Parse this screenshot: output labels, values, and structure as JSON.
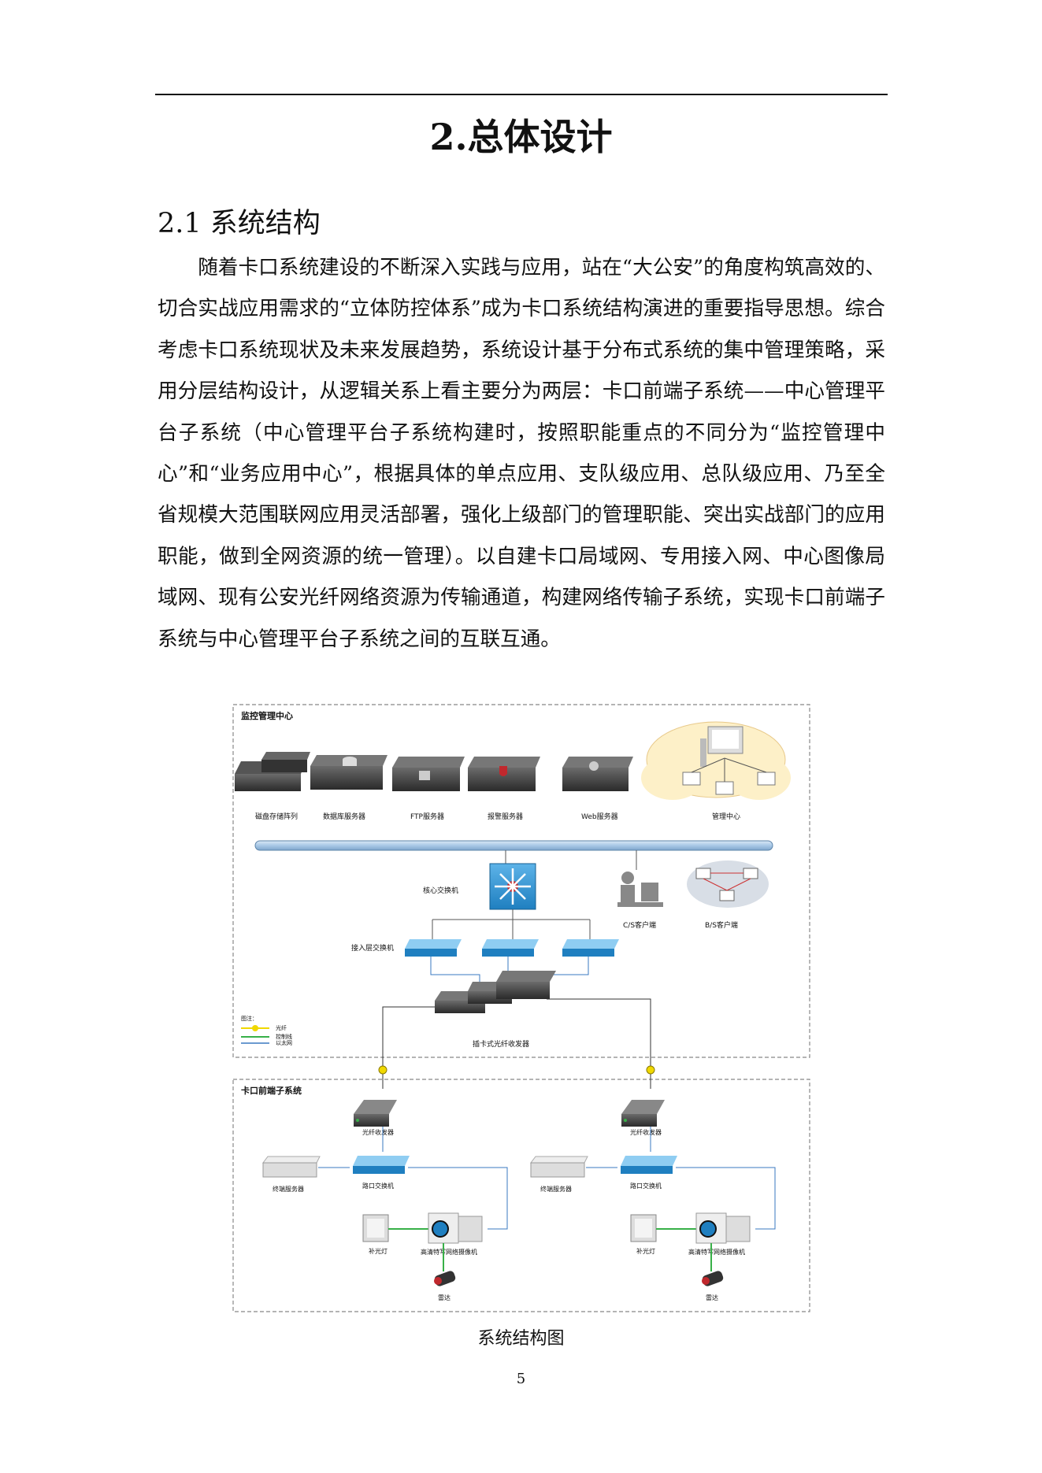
{
  "document": {
    "chapter_title": "2.总体设计",
    "section_title": "2.1 系统结构",
    "paragraph": "随着卡口系统建设的不断深入实践与应用，站在“大公安”的角度构筑高效的、切合实战应用需求的“立体防控体系”成为卡口系统结构演进的重要指导思想。综合考虑卡口系统现状及未来发展趋势，系统设计基于分布式系统的集中管理策略，采用分层结构设计，从逻辑关系上看主要分为两层：卡口前端子系统——中心管理平台子系统（中心管理平台子系统构建时，按照职能重点的不同分为“监控管理中心”和“业务应用中心”，根据具体的单点应用、支队级应用、总队级应用、乃至全省规模大范围联网应用灵活部署，强化上级部门的管理职能、突出实战部门的应用职能，做到全网资源的统一管理）。以自建卡口局域网、专用接入网、中心图像局域网、现有公安光纤网络资源为传输通道，构建网络传输子系统，实现卡口前端子系统与中心管理平台子系统之间的互联互通。",
    "figure_caption": "系统结构图",
    "page_number": "5"
  },
  "diagram": {
    "monitor_center": {
      "title": "监控管理中心",
      "servers": [
        "磁盘存储阵列",
        "数据库服务器",
        "FTP服务器",
        "报警服务器",
        "Web服务器",
        "管理中心"
      ],
      "core_switch": "核心交换机",
      "access_switch": "接入层交换机",
      "cs_client": "C/S客户端",
      "bs_client": "B/S客户端",
      "fiber_transceiver": "插卡式光纤收发器",
      "legend": {
        "title": "图注：",
        "items": [
          "光纤",
          "控制线",
          "以太网"
        ]
      }
    },
    "frontend": {
      "title": "卡口前端子系统",
      "fiber_transceiver": "光纤收发器",
      "terminal_server": "终端服务器",
      "road_switch": "路口交换机",
      "fill_light": "补光灯",
      "camera": "高清特写网络摄像机",
      "radar": "雷达"
    }
  },
  "colors": {
    "bus_fill": "#a8c8e6",
    "switch_blue": "#2b8ecf",
    "dashed_border": "#888888",
    "fiber_line": "#f0d800",
    "control_line": "#38b048",
    "ethernet_line": "#3a78c0"
  }
}
